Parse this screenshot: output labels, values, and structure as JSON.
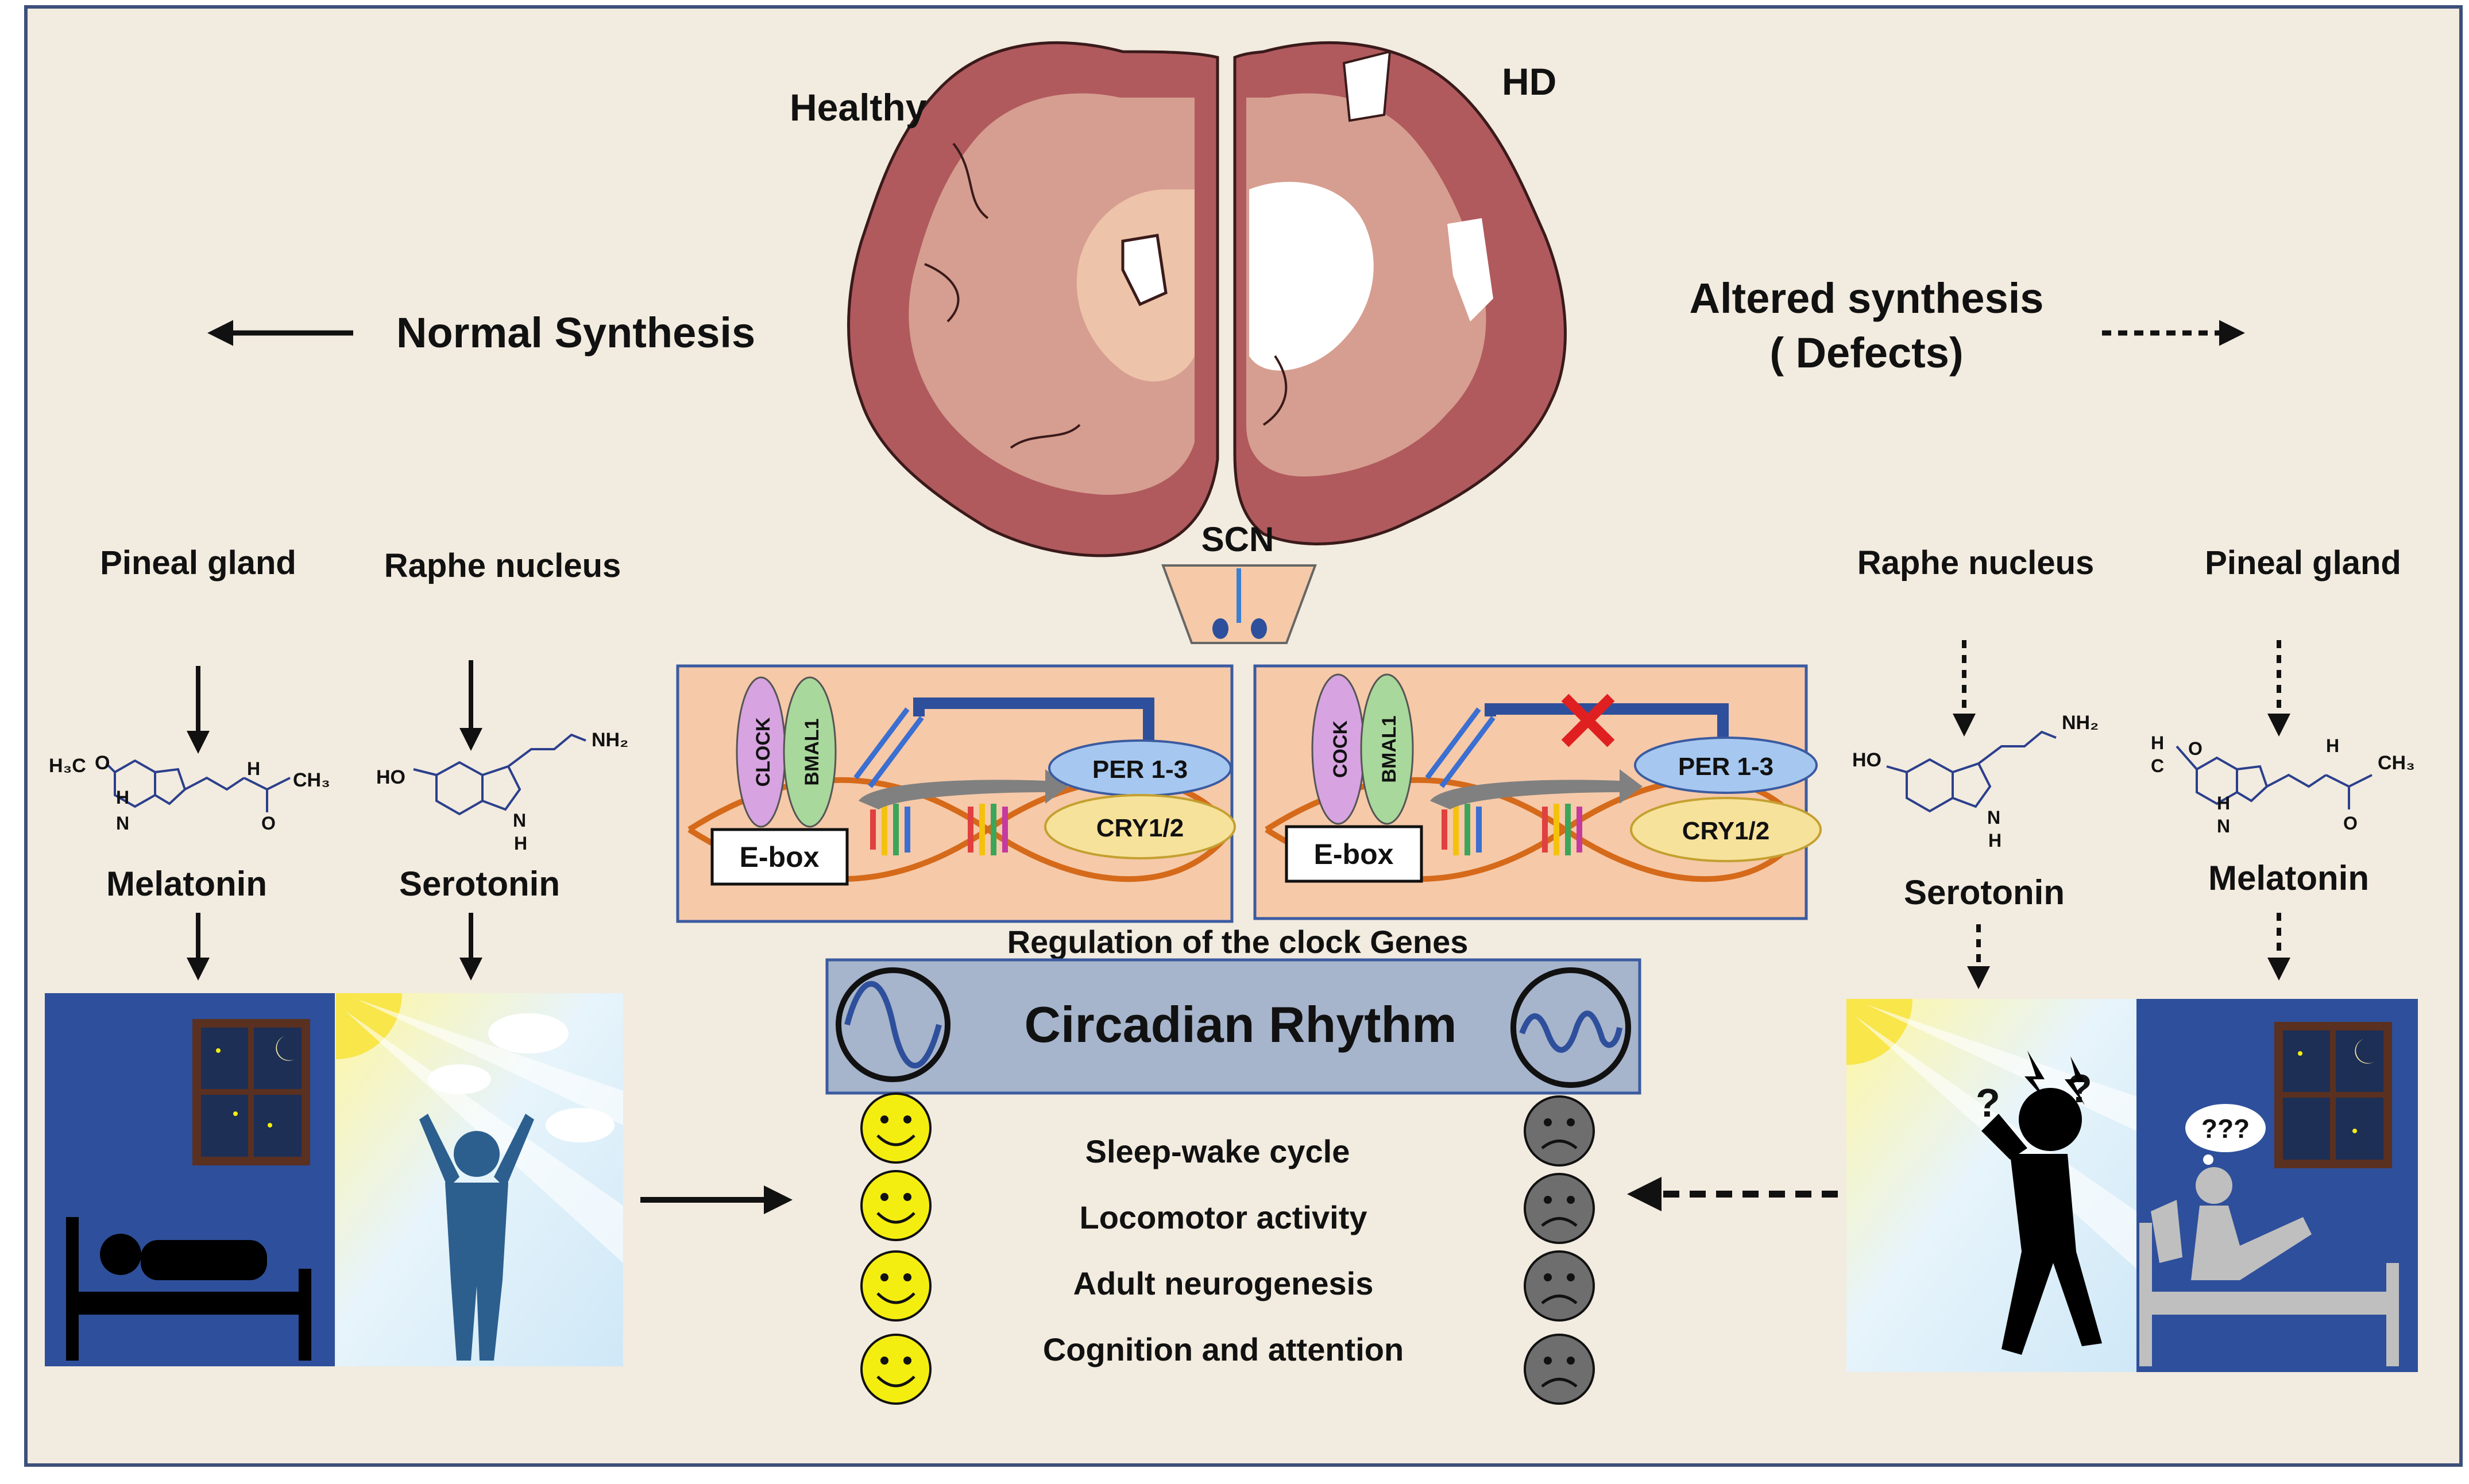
{
  "brain": {
    "healthy_label": "Healthy",
    "hd_label": "HD",
    "scn_label": "SCN"
  },
  "synthesis": {
    "normal_label": "Normal Synthesis",
    "altered_label_line1": "Altered synthesis",
    "altered_label_line2": "( Defects)"
  },
  "left": {
    "pineal_label": "Pineal gland",
    "raphe_label": "Raphe nucleus",
    "melatonin_label": "Melatonin",
    "serotonin_label": "Serotonin"
  },
  "right": {
    "raphe_label": "Raphe nucleus",
    "pineal_label": "Pineal gland",
    "serotonin_label": "Serotonin",
    "melatonin_label": "Melatonin",
    "thought_bubble": "???"
  },
  "molecules": {
    "melatonin_left": {
      "h3co": "H₃C",
      "o": "O",
      "h": "H",
      "n": "N",
      "ch3": "CH₃",
      "o2": "O"
    },
    "serotonin_left": {
      "ho": "HO",
      "nh2": "NH₂",
      "n": "N",
      "h": "H"
    },
    "serotonin_right": {
      "ho": "HO",
      "nh2": "NH₂",
      "n": "N",
      "h": "H"
    },
    "melatonin_right": {
      "h": "H",
      "c": "C",
      "o": "O",
      "h2": "H",
      "n": "N",
      "ch3": "CH₃",
      "o2": "O"
    }
  },
  "clock": {
    "caption": "Regulation of the clock Genes",
    "healthy": {
      "clock": "CLOCK",
      "bmal": "BMAL1",
      "ebox": "E-box",
      "per": "PER 1-3",
      "cry": "CRY1/2"
    },
    "hd": {
      "clock": "COCK",
      "bmal": "BMAL1",
      "ebox": "E-box",
      "per": "PER 1-3",
      "cry": "CRY1/2"
    }
  },
  "circadian": {
    "title": "Circadian  Rhythm"
  },
  "outcomes": [
    "Sleep-wake cycle",
    "Locomotor activity",
    "Adult neurogenesis",
    "Cognition and attention"
  ],
  "colors": {
    "background": "#f2ebdf",
    "border": "#3d4f7a",
    "panel_fill": "#f6c9a8",
    "panel_border": "#3b5ba0",
    "circadian_box": "#a6b4cc",
    "night_blue": "#2e4f9b",
    "happy_face": "#f4ee10",
    "sad_face": "#6e6e6e",
    "molecule_blue": "#2b3f8c"
  }
}
